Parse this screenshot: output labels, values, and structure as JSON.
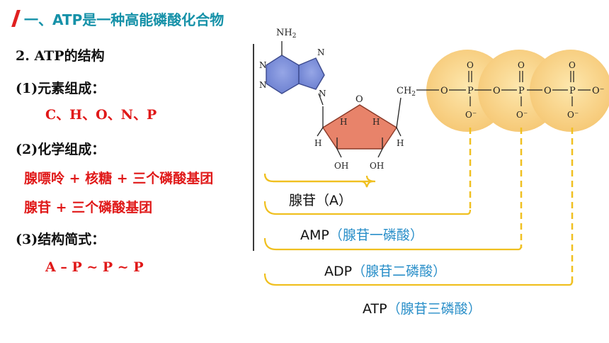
{
  "header": {
    "title": "一、ATP是一种高能磷酸化合物"
  },
  "left": {
    "section_title": "2. ATP的结构",
    "item1_label": "(1)元素组成：",
    "item1_value": "C、H、O、N、P",
    "item2_label": "(2)化学组成：",
    "item2_value_1": "腺嘌呤 + 核糖 + 三个磷酸基团",
    "item2_value_2": "腺苷 + 三个磷酸基团",
    "item3_label": "(3)结构简式：",
    "item3_value": "A – P ~ P ~ P"
  },
  "molecule": {
    "nh2": "NH",
    "nh2_sub": "2",
    "n": "N",
    "o": "O",
    "h": "H",
    "oh": "OH",
    "ch2": "CH",
    "ch2_sub": "2",
    "p": "P",
    "o_minus": "O⁻",
    "bond_o": "O",
    "dash": "–"
  },
  "braces": {
    "adenosine": "腺苷（A）",
    "amp_code": "AMP",
    "amp_cn": "（腺苷一磷酸）",
    "adp_code": "ADP",
    "adp_cn": "（腺苷二磷酸）",
    "atp_code": "ATP",
    "atp_cn": "（腺苷三磷酸）"
  },
  "colors": {
    "accent_header": "#1591a8",
    "red_text": "#e01818",
    "blue_text": "#2a8fc9",
    "adenine_fill": "#7b8fd8",
    "ribose_fill": "#e8836a",
    "phosphate_fill": "#fbd98a",
    "dashed_yellow": "#f0c020"
  }
}
